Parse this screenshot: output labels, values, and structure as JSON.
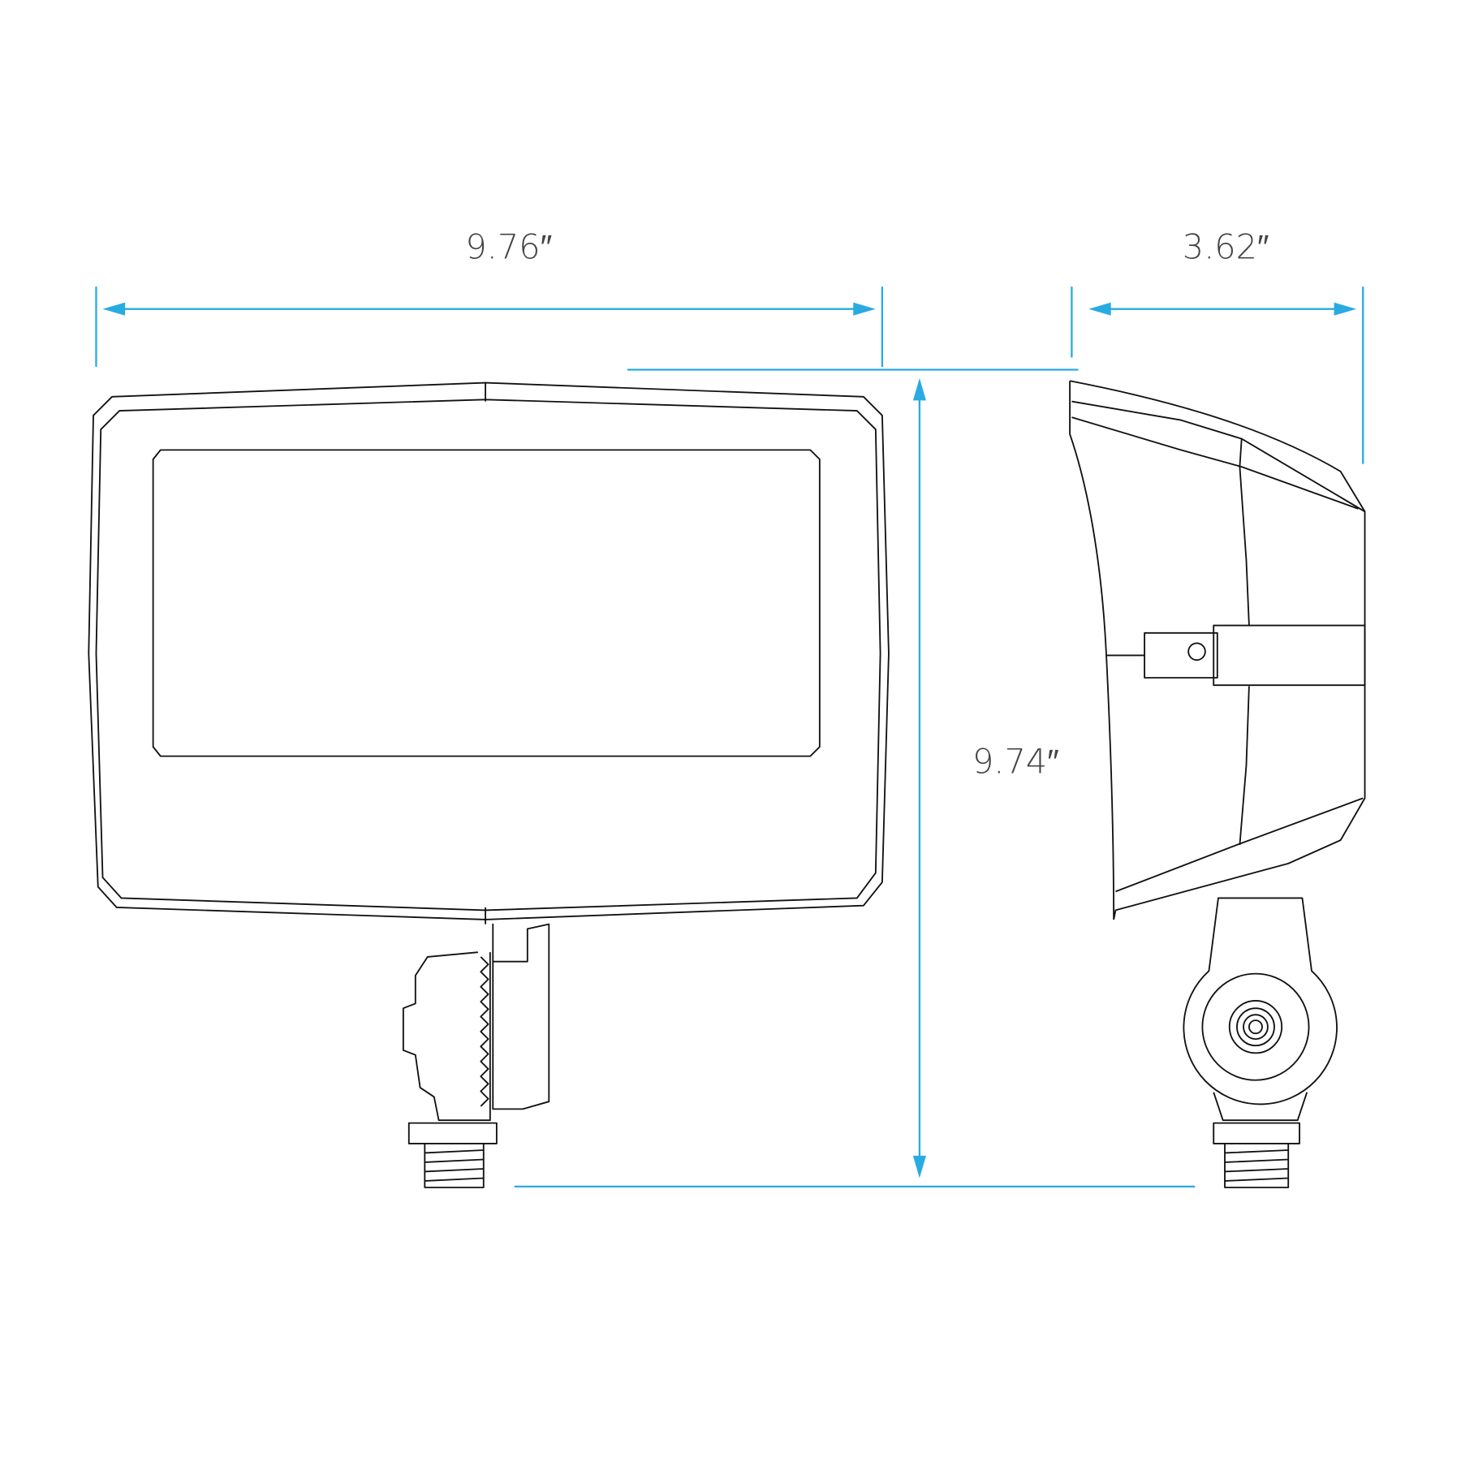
{
  "dimensions": {
    "width_front": "9.76″",
    "depth_side": "3.62″",
    "height": "9.74″"
  },
  "colors": {
    "dimension": "#29abe2",
    "outline": "#111111",
    "label": "#444444"
  }
}
